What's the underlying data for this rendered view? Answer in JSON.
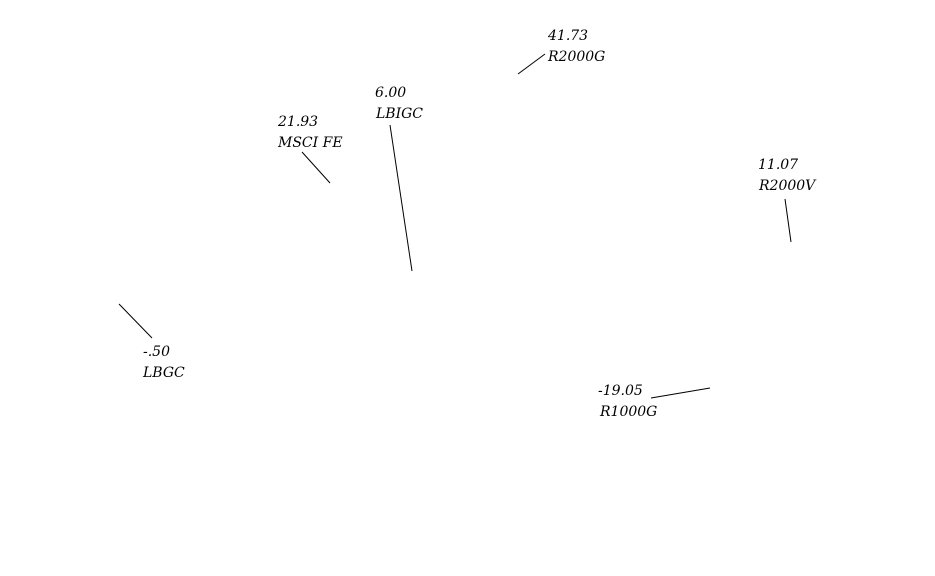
{
  "chart_data": {
    "type": "pie",
    "title": "",
    "labels": [
      {
        "name": "R2000G",
        "value": "41.73"
      },
      {
        "name": "LBIGC",
        "value": "6.00"
      },
      {
        "name": "MSCI FE",
        "value": "21.93"
      },
      {
        "name": "R2000V",
        "value": "11.07"
      },
      {
        "name": "LBGC",
        "value": "-.50"
      },
      {
        "name": "R1000G",
        "value": "-19.05"
      }
    ]
  }
}
